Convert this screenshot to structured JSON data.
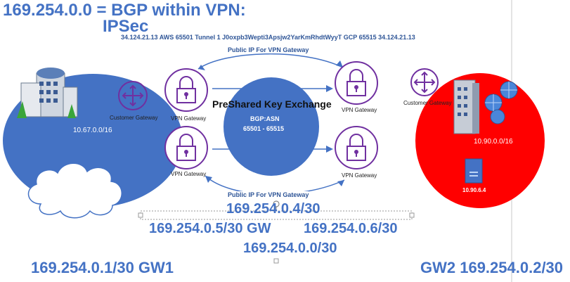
{
  "title": {
    "line1": "169.254.0.0 = BGP within VPN:",
    "line2": "IPSec"
  },
  "tunnel_info": "34.124.21.13 AWS 65501 Tunnel 1 J0oxpb3Wepti3Apsjw2YarKmRhdtWyyT   GCP 65515 34.124.21.13",
  "arrows": {
    "top_label": "Public IP For VPN Gateway",
    "bottom_label": "Public IP For VPN Gateway"
  },
  "center": {
    "heading": "PreShared Key Exchange",
    "bgp_label": "BGP:ASN",
    "asn_range": "65501 - 65515"
  },
  "left_site": {
    "customer_gateway_label": "Customer Gateway",
    "subnet": "10.67.0.0/16",
    "vpn_gateway_top": "VPN Gateway",
    "vpn_gateway_bottom": "VPN Gateway"
  },
  "right_site": {
    "customer_gateway_label": "Customer Gateway",
    "subnet": "10.90.0.0/16",
    "host_ip": "10.90.6.4",
    "vpn_gateway_top": "VPN Gateway",
    "vpn_gateway_bottom": "VPN Gateway"
  },
  "addresses": {
    "a1": "169.254.0.4/30",
    "a2_left": "169.254.0.5/30 GW",
    "a2_right": "169.254.0.6/30",
    "a3": "169.254.0.0/30",
    "gw1": "169.254.0.1/30 GW1",
    "gw2": "GW2 169.254.0.2/30"
  },
  "colors": {
    "accent_blue": "#4472c4",
    "site_red": "#ff0000",
    "lock_purple": "#7030a0"
  },
  "icons": [
    "building-icon",
    "router-icon",
    "lock-icon",
    "cloud-icon",
    "server-icon",
    "globe-icon"
  ]
}
